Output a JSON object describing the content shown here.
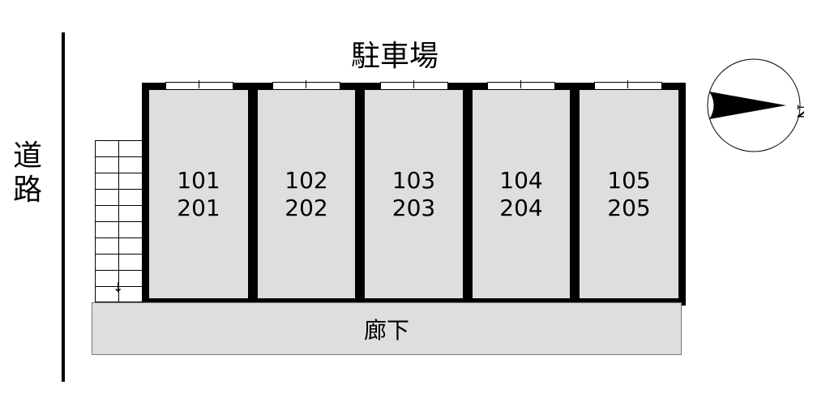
{
  "road_label": "道路",
  "parking_label": "駐車場",
  "corridor_label": "廊下",
  "units": [
    {
      "first": "101",
      "second": "201"
    },
    {
      "first": "102",
      "second": "202"
    },
    {
      "first": "103",
      "second": "203"
    },
    {
      "first": "104",
      "second": "204"
    },
    {
      "first": "105",
      "second": "205"
    }
  ],
  "compass": {
    "label": "N"
  }
}
